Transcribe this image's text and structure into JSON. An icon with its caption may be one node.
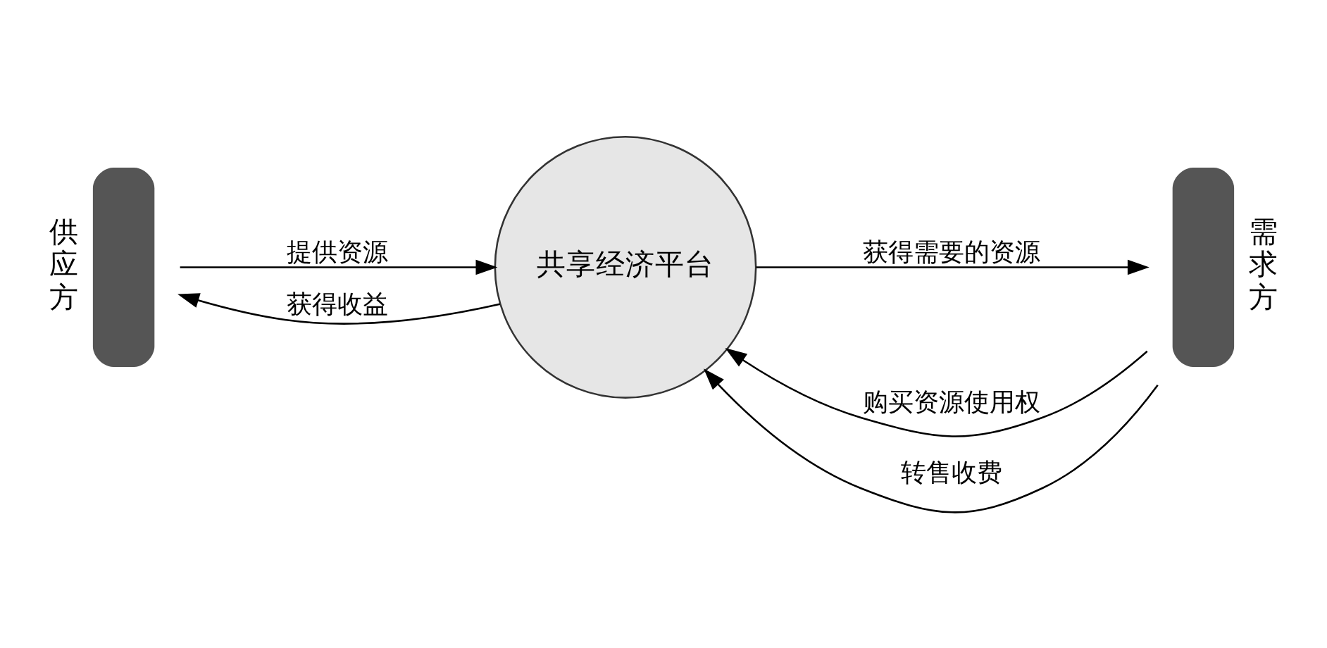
{
  "diagram": {
    "nodes": [
      {
        "text": [],
        "shape": "person",
        "beside": [
          "供应方"
        ]
      },
      {
        "text": [
          "共享经济平台"
        ]
      },
      {
        "text": [],
        "shape": "person",
        "beside": [
          "需求方"
        ]
      }
    ],
    "edges": [
      {
        "from": 0,
        "to": 1,
        "arrow": "to",
        "label": "提供资源"
      },
      {
        "from": 1,
        "to": 0,
        "arrow": "to",
        "label": "获得收益"
      },
      {
        "from": 2,
        "to": 1,
        "arrow": "to",
        "label": "购买资源使用权"
      },
      {
        "from": 1,
        "to": 2,
        "arrow": "to",
        "label": "获得需要的资源"
      },
      {
        "from": 2,
        "to": 1,
        "arrow": "to",
        "label": "转售收费"
      }
    ]
  }
}
